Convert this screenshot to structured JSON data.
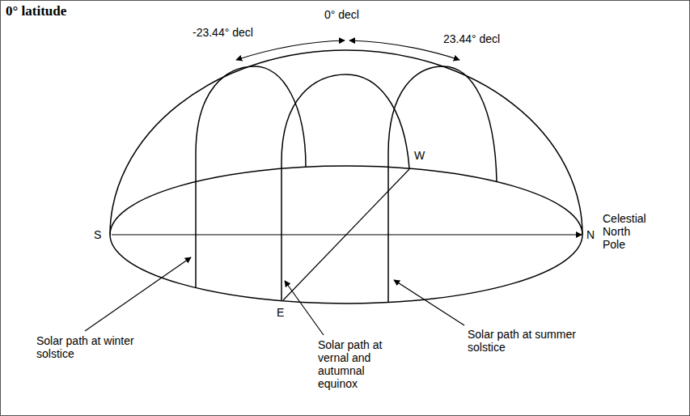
{
  "diagram": {
    "title": "0° latitude",
    "labels": [
      "0° decl",
      "-23.44° decl",
      "23.44° decl",
      "W",
      "S",
      "N",
      "Celestial North Pole",
      "E",
      "Solar path at winter solstice",
      "Solar path at vernal and autumnal equinox",
      "Solar path at summer solstice"
    ]
  }
}
